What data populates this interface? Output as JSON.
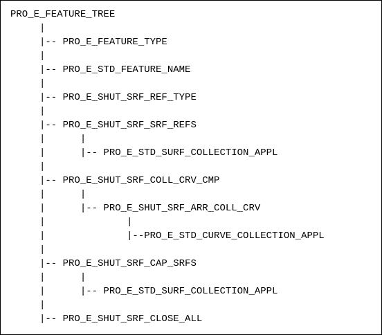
{
  "tree": {
    "lines": [
      "PRO_E_FEATURE_TREE",
      "     |",
      "     |-- PRO_E_FEATURE_TYPE",
      "     |",
      "     |-- PRO_E_STD_FEATURE_NAME",
      "     |",
      "     |-- PRO_E_SHUT_SRF_REF_TYPE",
      "     |",
      "     |-- PRO_E_SHUT_SRF_SRF_REFS",
      "     |      |",
      "     |      |-- PRO_E_STD_SURF_COLLECTION_APPL",
      "     |",
      "     |-- PRO_E_SHUT_SRF_COLL_CRV_CMP",
      "     |      |",
      "     |      |-- PRO_E_SHUT_SRF_ARR_COLL_CRV",
      "     |              |",
      "     |              |--PRO_E_STD_CURVE_COLLECTION_APPL",
      "     |",
      "     |-- PRO_E_SHUT_SRF_CAP_SRFS",
      "     |      |",
      "     |      |-- PRO_E_STD_SURF_COLLECTION_APPL",
      "     |",
      "     |-- PRO_E_SHUT_SRF_CLOSE_ALL"
    ]
  }
}
